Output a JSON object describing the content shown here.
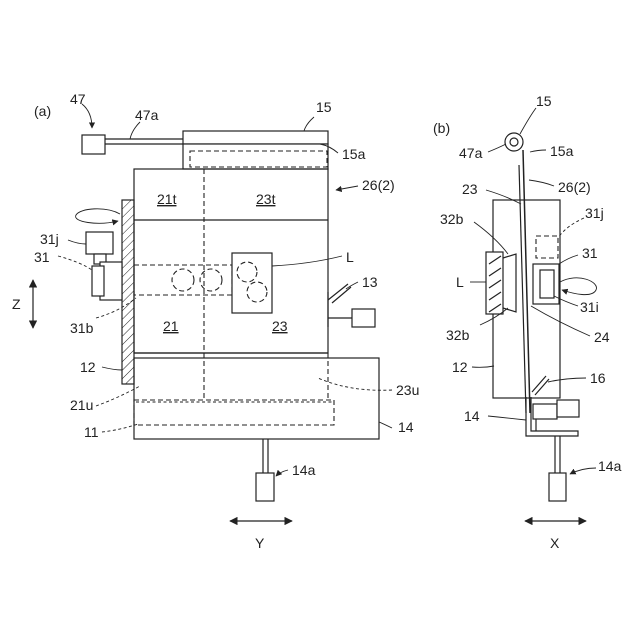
{
  "figure_a": {
    "panel_label": "(a)",
    "labels": {
      "l47": "47",
      "l47a": "47a",
      "l15": "15",
      "l15a": "15a",
      "l26": "26(2)",
      "l21t": "21t",
      "l23t": "23t",
      "l31j": "31j",
      "l31": "31",
      "lL": "L",
      "l13": "13",
      "lZ": "Z",
      "l31b": "31b",
      "l21": "21",
      "l23": "23",
      "l12": "12",
      "l21u": "21u",
      "l23u": "23u",
      "l11": "11",
      "l14": "14",
      "l14a": "14a",
      "lY": "Y"
    }
  },
  "figure_b": {
    "panel_label": "(b)",
    "labels": {
      "l15": "15",
      "l47a": "47a",
      "l15a": "15a",
      "l23": "23",
      "l26": "26(2)",
      "l32b_top": "32b",
      "l31j": "31j",
      "l31": "31",
      "lL": "L",
      "l31i": "31i",
      "l32b_bot": "32b",
      "l24": "24",
      "l12": "12",
      "l16": "16",
      "l14": "14",
      "l14a": "14a",
      "lX": "X"
    }
  }
}
